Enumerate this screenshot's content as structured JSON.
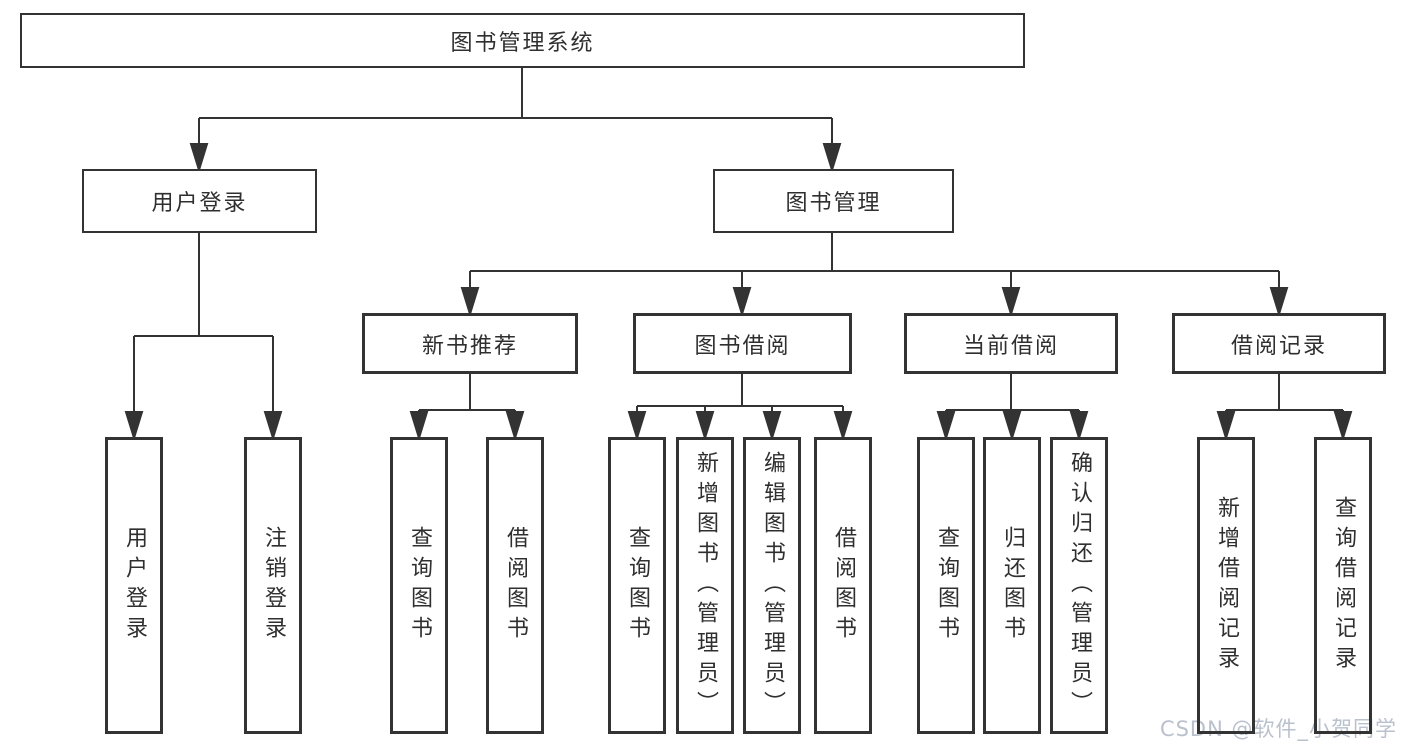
{
  "tree": {
    "label": "图书管理系统",
    "children": [
      {
        "label": "用户登录",
        "children": [
          {
            "label": "用户登录"
          },
          {
            "label": "注销登录"
          }
        ]
      },
      {
        "label": "图书管理",
        "children": [
          {
            "label": "新书推荐",
            "children": [
              {
                "label": "查询图书"
              },
              {
                "label": "借阅图书"
              }
            ]
          },
          {
            "label": "图书借阅",
            "children": [
              {
                "label": "查询图书"
              },
              {
                "label": "新增图书（管理员）"
              },
              {
                "label": "编辑图书（管理员）"
              },
              {
                "label": "借阅图书"
              }
            ]
          },
          {
            "label": "当前借阅",
            "children": [
              {
                "label": "查询图书"
              },
              {
                "label": "归还图书"
              },
              {
                "label": "确认归还（管理员）"
              }
            ]
          },
          {
            "label": "借阅记录",
            "children": [
              {
                "label": "新增借阅记录"
              },
              {
                "label": "查询借阅记录"
              }
            ]
          }
        ]
      }
    ]
  },
  "watermark": {
    "text": "CSDN @软件_小贺同学",
    "color": "#b9c1cd"
  },
  "colors": {
    "background": "#ffffff",
    "line": "#333333",
    "box_border": "#333333",
    "text": "#2f2f2f",
    "watermark": "#b9c1cd"
  }
}
